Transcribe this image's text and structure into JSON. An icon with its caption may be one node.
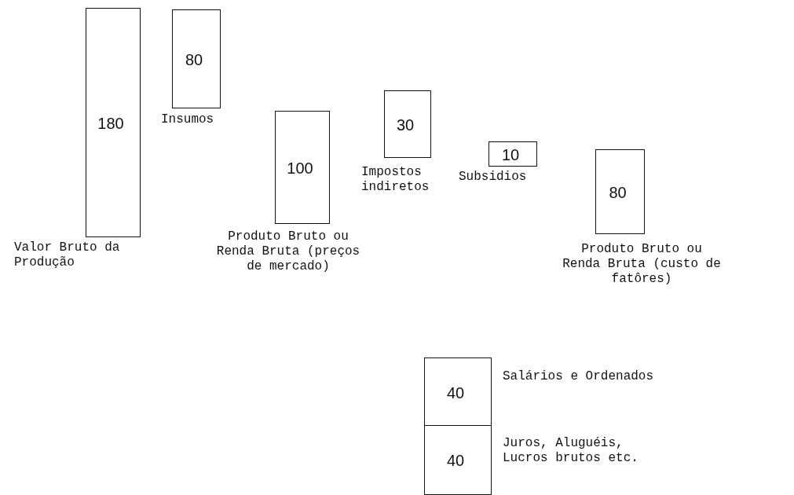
{
  "diagram": {
    "nodes": [
      {
        "text": [
          "180"
        ],
        "beside": [
          "Valor Bruto da Produção"
        ]
      },
      {
        "text": [
          "80"
        ],
        "beside": [
          "Insumos"
        ]
      },
      {
        "text": [
          "100"
        ],
        "beside": [
          "Produto Bruto ou Renda Bruta (preços de mercado)"
        ]
      },
      {
        "text": [
          "30"
        ],
        "beside": [
          "Impostos indiretos"
        ]
      },
      {
        "text": [
          "10"
        ],
        "beside": [
          "Subsidios"
        ]
      },
      {
        "text": [
          "80"
        ],
        "beside": [
          "Produto Bruto ou Renda Bruta (custo de fatôres)"
        ]
      },
      {
        "text": [
          "40"
        ],
        "beside": [
          "Salários e Ordenados"
        ]
      },
      {
        "text": [
          "40"
        ],
        "beside": [
          "Juros, Aluguéis, Lucros brutos etc."
        ]
      }
    ]
  }
}
